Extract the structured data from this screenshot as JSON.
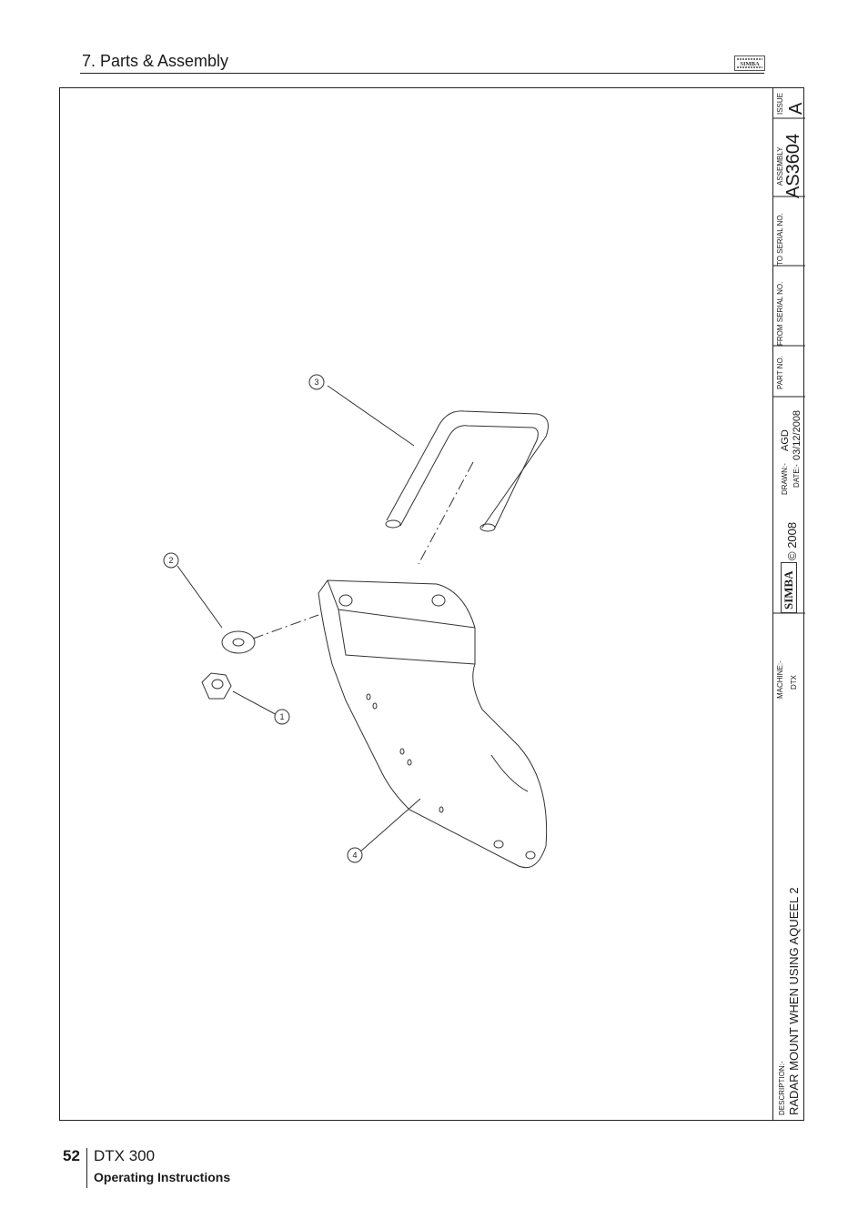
{
  "header": {
    "section_title": "7. Parts & Assembly",
    "logo_text": "SIMBA"
  },
  "drawing": {
    "callouts": [
      "1",
      "2",
      "3",
      "4"
    ]
  },
  "title_block": {
    "issue_label": "ISSUE",
    "issue_value": "A",
    "assembly_label": "ASSEMBLY",
    "assembly_value": "AS3604",
    "to_serial_label": "TO SERIAL NO.",
    "from_serial_label": "FROM SERIAL NO.",
    "part_no_label": "PART NO.",
    "drawn_label": "DRAWN:-",
    "drawn_value": "AGD",
    "date_label": "DATE:-",
    "date_value": "03/12/2008",
    "copyright": "© 2008",
    "brand": "SIMBA",
    "machine_label": "MACHINE:-",
    "machine_value": "DTX",
    "description_label": "DESCRIPTION:-",
    "description_value": "RADAR MOUNT WHEN USING AQUEEL 2"
  },
  "footer": {
    "page_number": "52",
    "product_name": "DTX 300",
    "doc_type": "Operating Instructions"
  }
}
